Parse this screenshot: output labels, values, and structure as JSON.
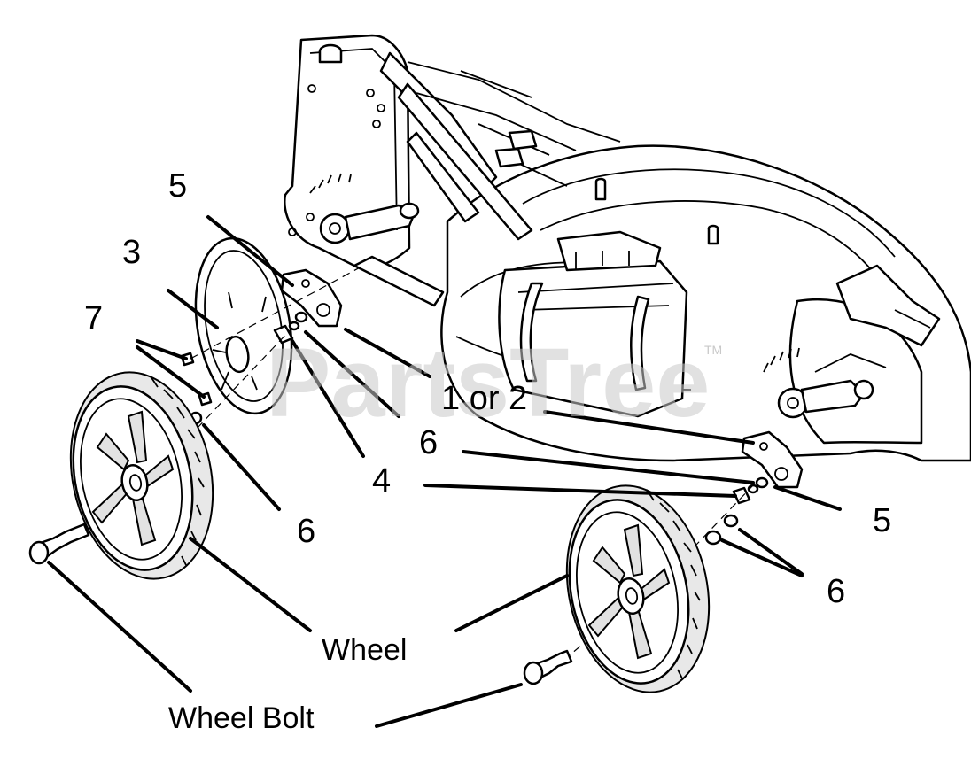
{
  "callouts": {
    "c5_top": "5",
    "c3": "3",
    "c7": "7",
    "c1or2": "1 or 2",
    "c6_mid": "6",
    "c4": "4",
    "c6_left": "6",
    "c5_right": "5",
    "c6_right": "6"
  },
  "labels": {
    "wheel": "Wheel",
    "wheel_bolt": "Wheel Bolt"
  },
  "watermark": {
    "text": "PartsTree",
    "trademark": "TM"
  }
}
